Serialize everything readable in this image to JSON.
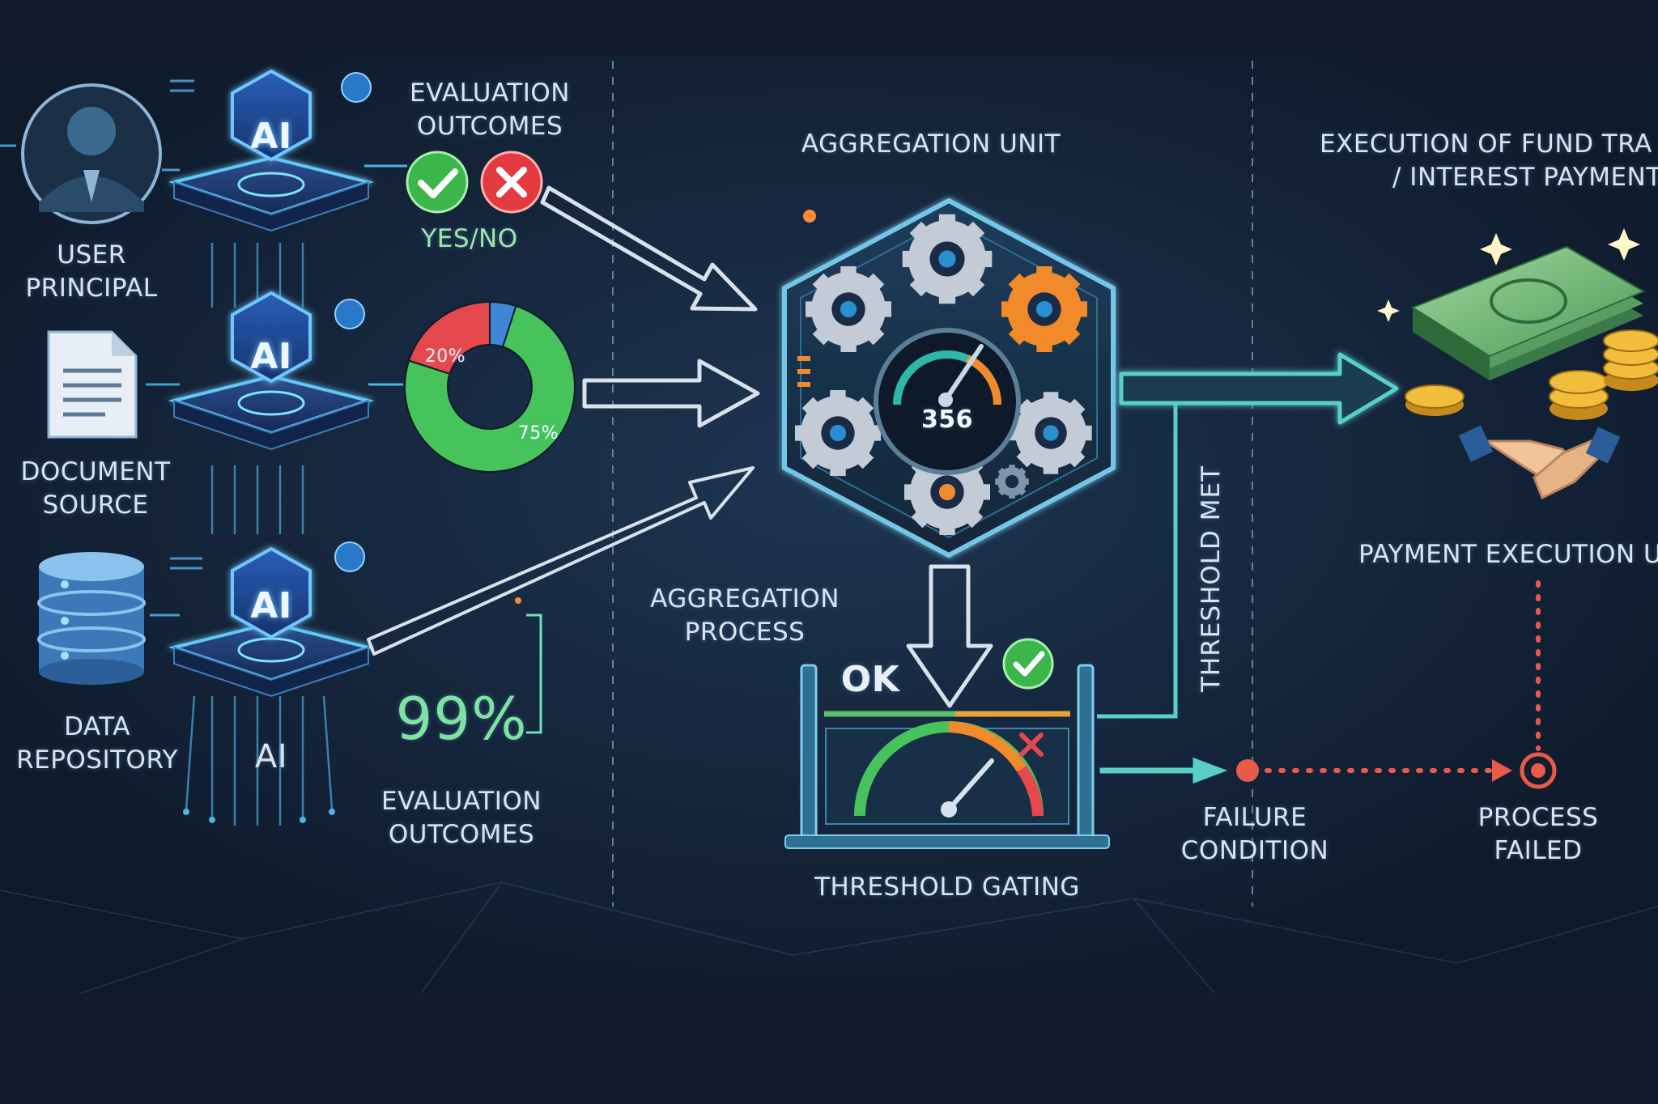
{
  "colors": {
    "background": "#121c2c",
    "panel": "#1a2b45",
    "accent_cyan": "#38c6f0",
    "accent_green": "#46c35a",
    "accent_red": "#e5484d",
    "accent_orange": "#f08a2a",
    "arrow_teal": "#58d0c8"
  },
  "inputs": [
    {
      "label_lines": [
        "USER",
        "PRINCIPAL"
      ],
      "icon": "user-avatar-icon"
    },
    {
      "label_lines": [
        "DOCUMENT",
        "SOURCE"
      ],
      "icon": "document-icon"
    },
    {
      "label_lines": [
        "DATA",
        "REPOSITORY"
      ],
      "icon": "database-icon"
    }
  ],
  "ai_nodes": [
    {
      "label": "AI"
    },
    {
      "label": "AI"
    },
    {
      "label": "AI"
    }
  ],
  "ai_caption": "AI",
  "outcomes": {
    "top_title_lines": [
      "EVALUATION",
      "OUTCOMES"
    ],
    "yes_no_label": "YES/NO",
    "donut_percent_red": "20%",
    "donut_percent_green": "75%",
    "donut_fractions": {
      "red": 0.2,
      "blue": 0.05,
      "green": 0.75
    },
    "confidence_percent": "99%",
    "bottom_title_lines": [
      "EVALUATION",
      "OUTCOMES"
    ]
  },
  "aggregation": {
    "unit_title": "AGGREGATION UNIT",
    "process_lines": [
      "AGGREGATION",
      "PROCESS"
    ],
    "score": "356"
  },
  "gating": {
    "ok_label": "OK",
    "title": "THRESHOLD GATING",
    "threshold_met": "THRESHOLD MET"
  },
  "execution": {
    "title_lines": [
      "EXECUTION OF FUND TRA",
      "/ INTEREST PAYMENT"
    ],
    "unit_label": "PAYMENT EXECUTION U"
  },
  "failure": {
    "condition_lines": [
      "FAILURE",
      "CONDITION"
    ],
    "failed_lines": [
      "PROCESS",
      "FAILED"
    ]
  }
}
